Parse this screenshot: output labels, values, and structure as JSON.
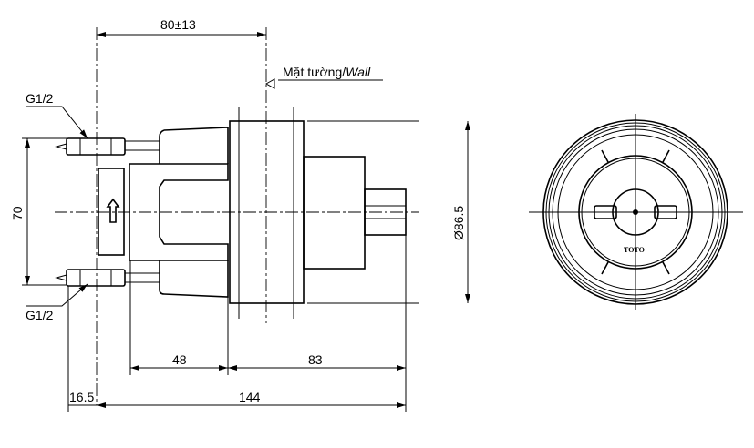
{
  "dimensions": {
    "offset": "80±13",
    "wall_label_vi": "Mặt tường/",
    "wall_label_en": "Wall",
    "thread_top": "G1/2",
    "thread_bottom": "G1/2",
    "height": "70",
    "diameter": "Ø86.5",
    "depth_body": "48",
    "depth_front": "83",
    "inlet_offset": "16.5",
    "total_length": "144"
  },
  "front_view": {
    "brand_mark": "TOTO"
  }
}
